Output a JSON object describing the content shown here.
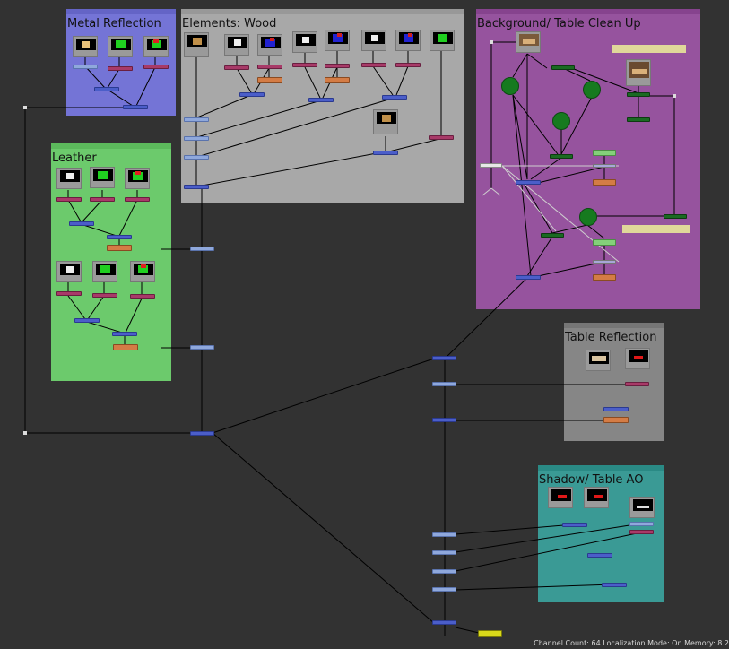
{
  "backdrops": [
    {
      "title": "Metal Reflection",
      "color": "#7474d6"
    },
    {
      "title": "Elements: Wood",
      "color": "#a8a8a8"
    },
    {
      "title": "Background/ Table Clean Up",
      "color": "#96539e"
    },
    {
      "title": "Leather",
      "color": "#6cca6c"
    },
    {
      "title": "Table Reflection",
      "color": "#868686"
    },
    {
      "title": "Shadow/ Table AO",
      "color": "#3a9a95"
    }
  ],
  "status_bar": {
    "text": "Channel Count: 64  Localization Mode: On  Memory: 8.2"
  }
}
